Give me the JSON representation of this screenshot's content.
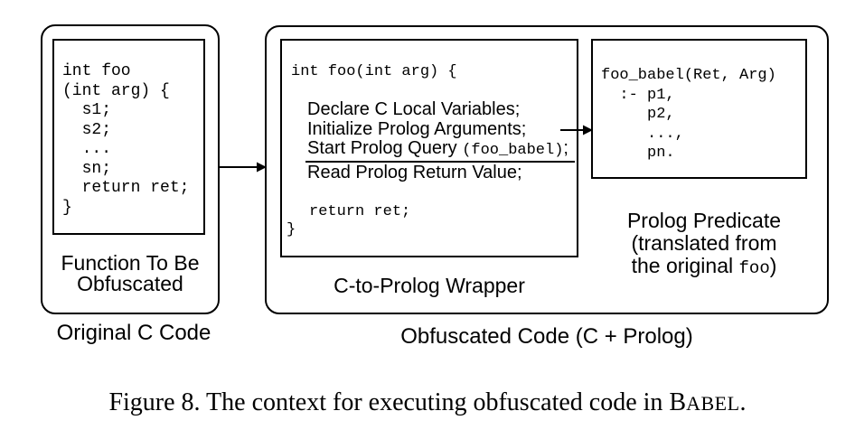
{
  "figure": {
    "left_panel": {
      "label": "Original C Code",
      "box_label_line1": "Function To Be",
      "box_label_line2": "Obfuscated",
      "code": "int foo\n(int arg) {\n  s1;\n  s2;\n  ...\n  sn;\n  return ret;\n}"
    },
    "right_panel": {
      "label": "Obfuscated Code (C + Prolog)",
      "wrapper": {
        "label": "C-to-Prolog Wrapper",
        "code_open": "int foo(int arg) {",
        "statements": [
          "Declare C Local Variables;",
          "Initialize Prolog Arguments;"
        ],
        "start_query_sans": "Start Prolog Query ",
        "start_query_mono": "(foo_babel)",
        "start_query_end": ";",
        "read_value": "Read Prolog Return Value;",
        "code_return": "return ret;",
        "code_close": "}"
      },
      "predicate": {
        "code": "foo_babel(Ret, Arg)\n  :- p1,\n     p2,\n     ...,\n     pn.",
        "label_line1": "Prolog Predicate",
        "label_line2": "(translated from",
        "label_line3_pre": "the original ",
        "label_line3_mono": "foo",
        "label_line3_post": ")"
      }
    },
    "caption": {
      "prefix": "Figure 8. The context for executing obfuscated code in ",
      "smallcaps_initial": "B",
      "smallcaps_rest": "ABEL",
      "suffix": "."
    },
    "colors": {
      "ink": "#000000",
      "background": "#ffffff"
    }
  }
}
